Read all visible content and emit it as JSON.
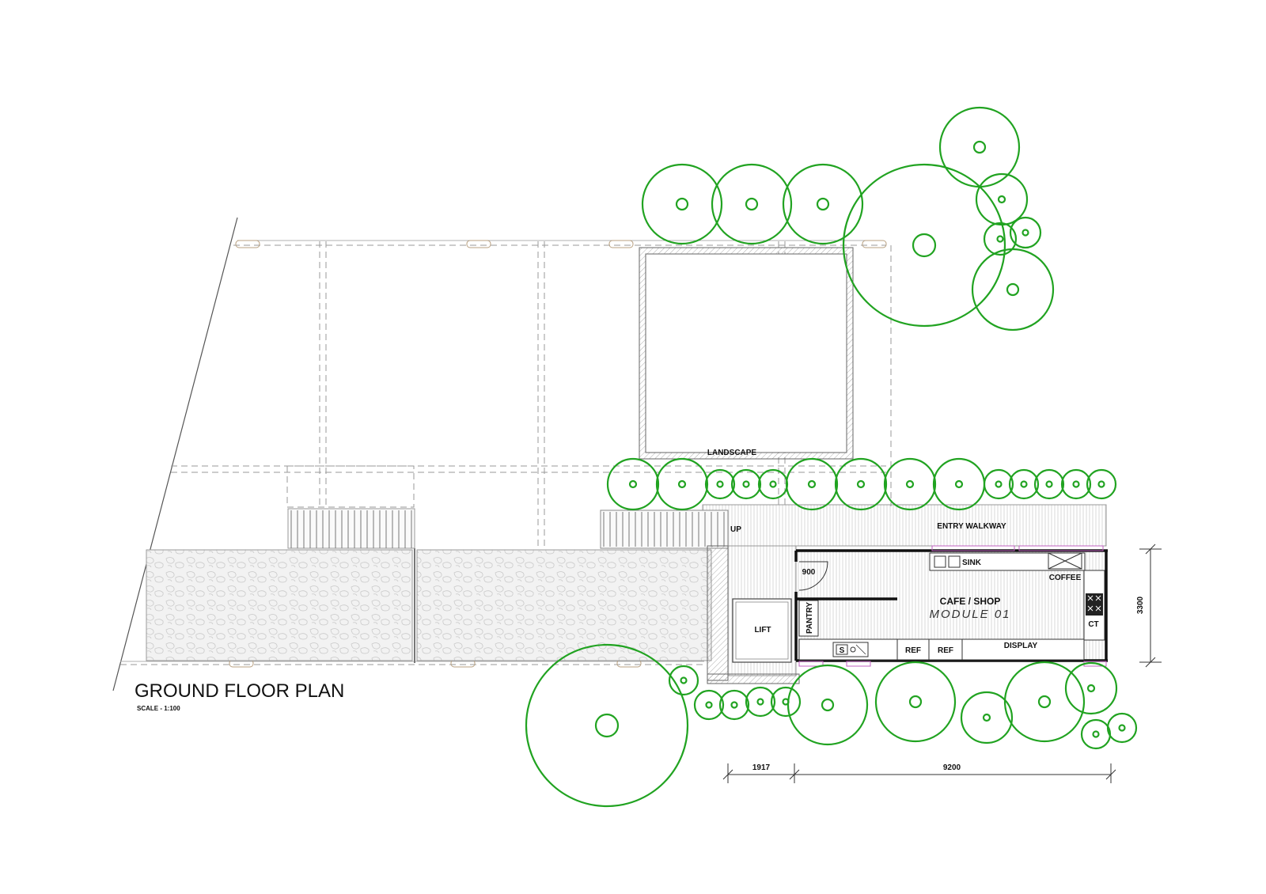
{
  "title": "GROUND FLOOR PLAN",
  "scale": "SCALE - 1:100",
  "rooms": {
    "landscape": "LANDSCAPE",
    "entry_walkway": "ENTRY WALKWAY",
    "up": "UP",
    "lift": "LIFT",
    "cafe": "CAFE / SHOP",
    "module": "MODULE  01",
    "pantry": "PANTRY",
    "sink": "SINK",
    "coffee": "COFFEE",
    "ct": "CT",
    "ref1": "REF",
    "ref2": "REF",
    "display": "DISPLAY",
    "door_width": "900",
    "sink_symbol": "S"
  },
  "dimensions": {
    "width_left": "1917",
    "width_right": "9200",
    "height": "3300"
  },
  "colors": {
    "tree": "#21a321",
    "wall": "#111111",
    "ghost": "#9a9a9a",
    "fixture_accent": "#c060c0"
  }
}
